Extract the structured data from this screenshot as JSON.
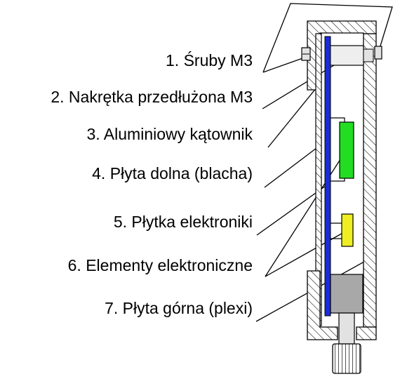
{
  "labels": [
    {
      "id": "sruby",
      "text": "1. Śruby M3"
    },
    {
      "id": "nakretka",
      "text": "2. Nakrętka przedłużona M3"
    },
    {
      "id": "katownik",
      "text": "3. Aluminiowy kątownik"
    },
    {
      "id": "plyta-dolna",
      "text": "4. Płyta dolna (blacha)"
    },
    {
      "id": "plytka",
      "text": "5. Płytka elektroniki"
    },
    {
      "id": "elementy",
      "text": "6. Elementy elektroniczne"
    },
    {
      "id": "plyta-gorna",
      "text": "7. Płyta górna (plexi)"
    }
  ],
  "colors": {
    "pcb": "#1a2bd8",
    "component_green": "#22dd22",
    "component_yellow": "#eeee22",
    "standoff": "#a8a8a8",
    "screw": "#e2e2e2",
    "hatch": "#000000"
  }
}
